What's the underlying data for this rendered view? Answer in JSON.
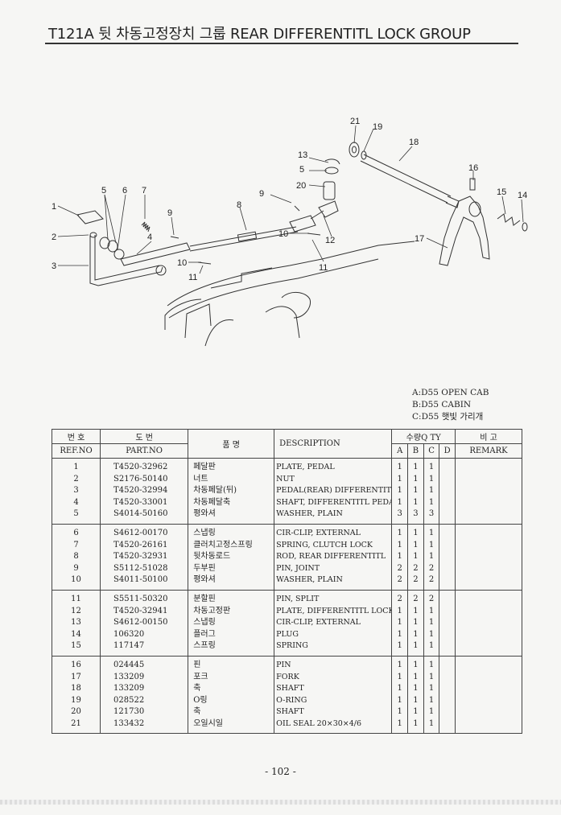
{
  "header": {
    "title": "T121A 뒷 차동고정장치 그룹 REAR DIFFERENTITL LOCK GROUP"
  },
  "callouts": [
    "1",
    "2",
    "3",
    "4",
    "5",
    "6",
    "7",
    "8",
    "9",
    "10",
    "11",
    "12",
    "13",
    "14",
    "15",
    "16",
    "17",
    "18",
    "19",
    "20",
    "21"
  ],
  "legend": {
    "a": "A:D55 OPEN CAB",
    "b": "B:D55 CABIN",
    "c": "C:D55 햇빛 가리개"
  },
  "table": {
    "headers": {
      "ref_ko": "번 호",
      "ref_en": "REF.NO",
      "part_ko": "도 번",
      "part_en": "PART.NO",
      "name_ko": "품 명",
      "description": "DESCRIPTION",
      "qty": "수량Q TY",
      "qty_a": "A",
      "qty_b": "B",
      "qty_c": "C",
      "qty_d": "D",
      "remark_ko": "비 고",
      "remark_en": "REMARK"
    },
    "groups": [
      [
        {
          "ref": "1",
          "part": "T4520-32962",
          "name": "페달판",
          "desc": "PLATE, PEDAL",
          "a": "1",
          "b": "1",
          "c": "1",
          "d": ""
        },
        {
          "ref": "2",
          "part": "S2176-50140",
          "name": "너트",
          "desc": "NUT",
          "a": "1",
          "b": "1",
          "c": "1",
          "d": ""
        },
        {
          "ref": "3",
          "part": "T4520-32994",
          "name": "차동페달(뒤)",
          "desc": "PEDAL(REAR) DIFFERENTITL",
          "a": "1",
          "b": "1",
          "c": "1",
          "d": ""
        },
        {
          "ref": "4",
          "part": "T4520-33001",
          "name": "차동페달축",
          "desc": "SHAFT, DIFFERENTITL PEDAL",
          "a": "1",
          "b": "1",
          "c": "1",
          "d": ""
        },
        {
          "ref": "5",
          "part": "S4014-50160",
          "name": "평와셔",
          "desc": "WASHER, PLAIN",
          "a": "3",
          "b": "3",
          "c": "3",
          "d": ""
        }
      ],
      [
        {
          "ref": "6",
          "part": "S4612-00170",
          "name": "스냅링",
          "desc": "CIR-CLIP, EXTERNAL",
          "a": "1",
          "b": "1",
          "c": "1",
          "d": ""
        },
        {
          "ref": "7",
          "part": "T4520-26161",
          "name": "클러치고정스프링",
          "desc": "SPRING, CLUTCH LOCK",
          "a": "1",
          "b": "1",
          "c": "1",
          "d": ""
        },
        {
          "ref": "8",
          "part": "T4520-32931",
          "name": "뒷차동로드",
          "desc": "ROD, REAR DIFFERENTITL",
          "a": "1",
          "b": "1",
          "c": "1",
          "d": ""
        },
        {
          "ref": "9",
          "part": "S5112-51028",
          "name": "두부핀",
          "desc": "PIN, JOINT",
          "a": "2",
          "b": "2",
          "c": "2",
          "d": ""
        },
        {
          "ref": "10",
          "part": "S4011-50100",
          "name": "평와셔",
          "desc": "WASHER, PLAIN",
          "a": "2",
          "b": "2",
          "c": "2",
          "d": ""
        }
      ],
      [
        {
          "ref": "11",
          "part": "S5511-50320",
          "name": "분할핀",
          "desc": "PIN, SPLIT",
          "a": "2",
          "b": "2",
          "c": "2",
          "d": ""
        },
        {
          "ref": "12",
          "part": "T4520-32941",
          "name": "차동고정판",
          "desc": "PLATE, DIFFERENTITL LOCK",
          "a": "1",
          "b": "1",
          "c": "1",
          "d": ""
        },
        {
          "ref": "13",
          "part": "S4612-00150",
          "name": "스냅링",
          "desc": "CIR-CLIP, EXTERNAL",
          "a": "1",
          "b": "1",
          "c": "1",
          "d": ""
        },
        {
          "ref": "14",
          "part": "106320",
          "name": "플러그",
          "desc": "PLUG",
          "a": "1",
          "b": "1",
          "c": "1",
          "d": ""
        },
        {
          "ref": "15",
          "part": "117147",
          "name": "스프링",
          "desc": "SPRING",
          "a": "1",
          "b": "1",
          "c": "1",
          "d": ""
        }
      ],
      [
        {
          "ref": "16",
          "part": "024445",
          "name": "핀",
          "desc": "PIN",
          "a": "1",
          "b": "1",
          "c": "1",
          "d": ""
        },
        {
          "ref": "17",
          "part": "133209",
          "name": "포크",
          "desc": "FORK",
          "a": "1",
          "b": "1",
          "c": "1",
          "d": ""
        },
        {
          "ref": "18",
          "part": "133209",
          "name": "축",
          "desc": "SHAFT",
          "a": "1",
          "b": "1",
          "c": "1",
          "d": ""
        },
        {
          "ref": "19",
          "part": "028522",
          "name": "O링",
          "desc": "O-RING",
          "a": "1",
          "b": "1",
          "c": "1",
          "d": ""
        },
        {
          "ref": "20",
          "part": "121730",
          "name": "축",
          "desc": "SHAFT",
          "a": "1",
          "b": "1",
          "c": "1",
          "d": ""
        },
        {
          "ref": "21",
          "part": "133432",
          "name": "오일시일",
          "desc": "OIL SEAL 20×30×4/6",
          "a": "1",
          "b": "1",
          "c": "1",
          "d": ""
        }
      ]
    ]
  },
  "footer": {
    "page": "- 102 -"
  }
}
